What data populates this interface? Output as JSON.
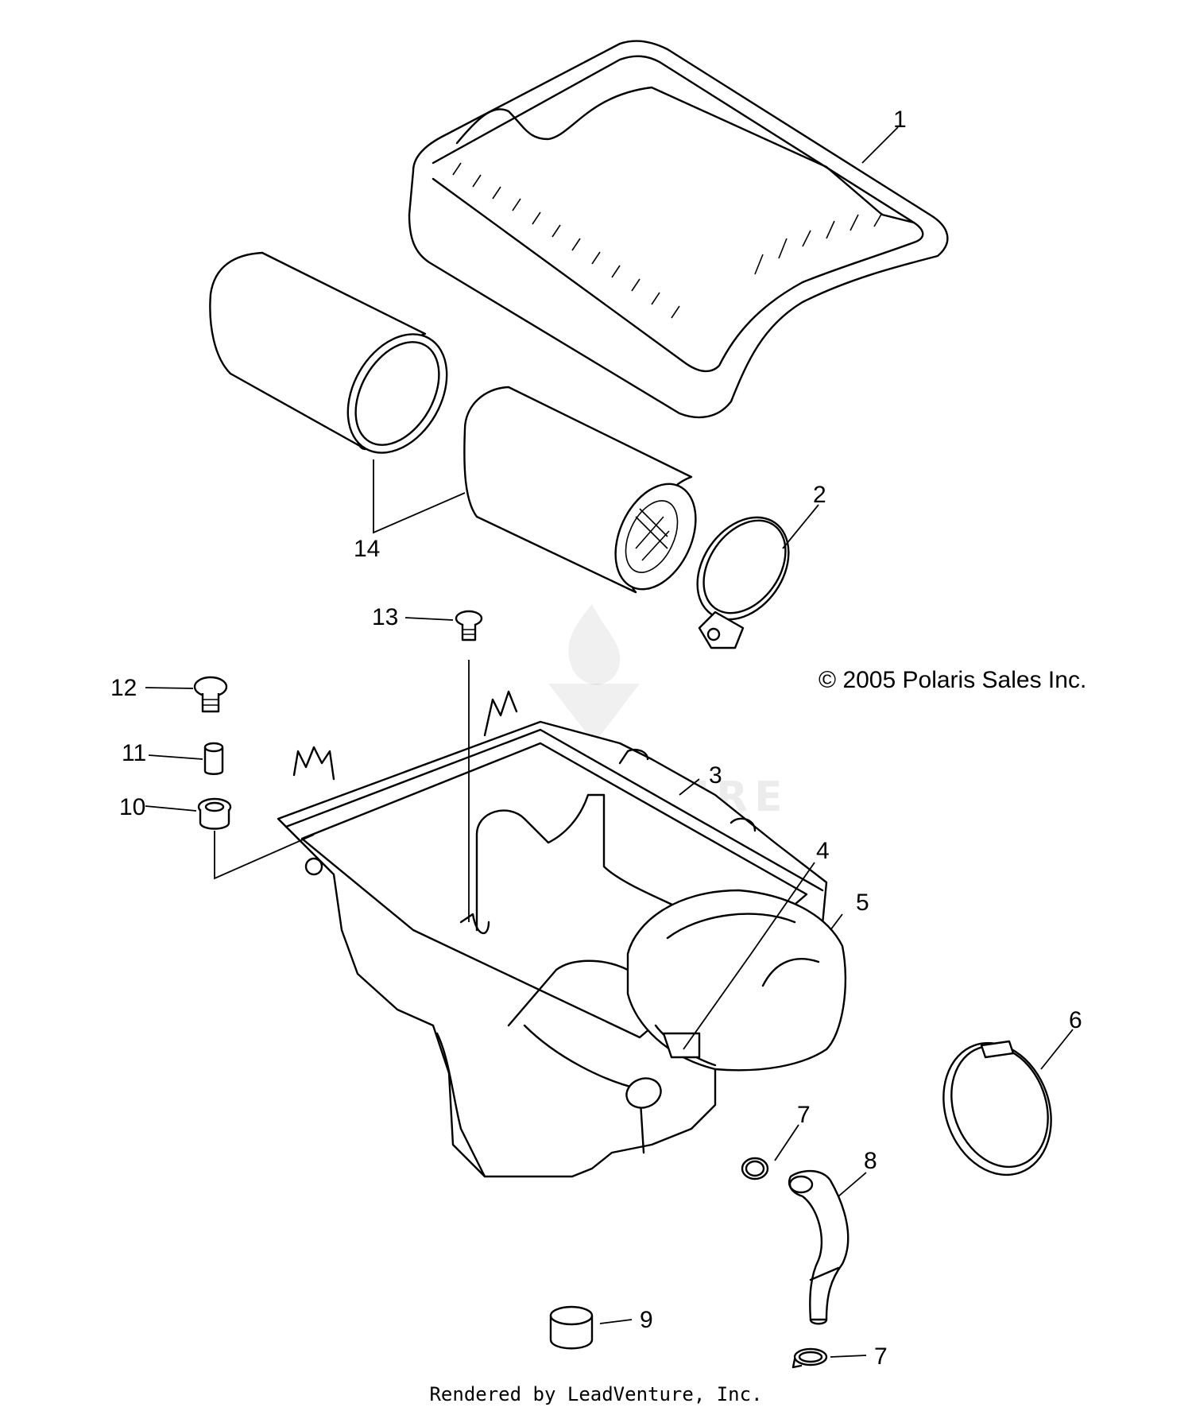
{
  "callouts": {
    "p1": "1",
    "p2": "2",
    "p3": "3",
    "p4": "4",
    "p5": "5",
    "p6": "6",
    "p7a": "7",
    "p7b": "7",
    "p8": "8",
    "p9": "9",
    "p10": "10",
    "p11": "11",
    "p12": "12",
    "p13": "13",
    "p14": "14"
  },
  "copyright": "© 2005 Polaris Sales Inc.",
  "watermark": "LEADVENTURE",
  "footer": "Rendered by LeadVenture, Inc."
}
